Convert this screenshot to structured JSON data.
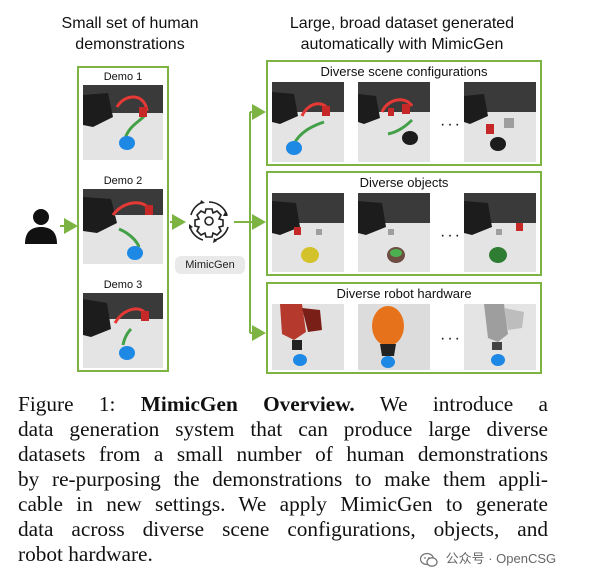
{
  "figure": {
    "left_heading": "Small set of human\ndemonstrations",
    "right_heading": "Large, broad dataset generated\nautomatically with MimicGen",
    "demos": [
      "Demo 1",
      "Demo 2",
      "Demo 3"
    ],
    "engine_label": "MimicGen",
    "sections": [
      {
        "title": "Diverse scene configurations",
        "ellipsis": "···"
      },
      {
        "title": "Diverse objects",
        "ellipsis": "···"
      },
      {
        "title": "Diverse robot hardware",
        "ellipsis": "···"
      }
    ],
    "accent_color": "#7cb342",
    "icons": [
      "person-icon",
      "gear-icon"
    ]
  },
  "caption": {
    "label": "Figure 1:",
    "bold_title": "MimicGen Overview.",
    "lines": [
      "We introduce a",
      "data generation system that can produce large diverse",
      "datasets from a small number of human demonstrations",
      "by re-purposing the demonstrations to make them appli-",
      "cable in new settings. We apply MimicGen to generate",
      "data across diverse scene configurations, objects, and",
      "robot hardware."
    ]
  },
  "watermark": {
    "text": "公众号 · OpenCSG"
  }
}
